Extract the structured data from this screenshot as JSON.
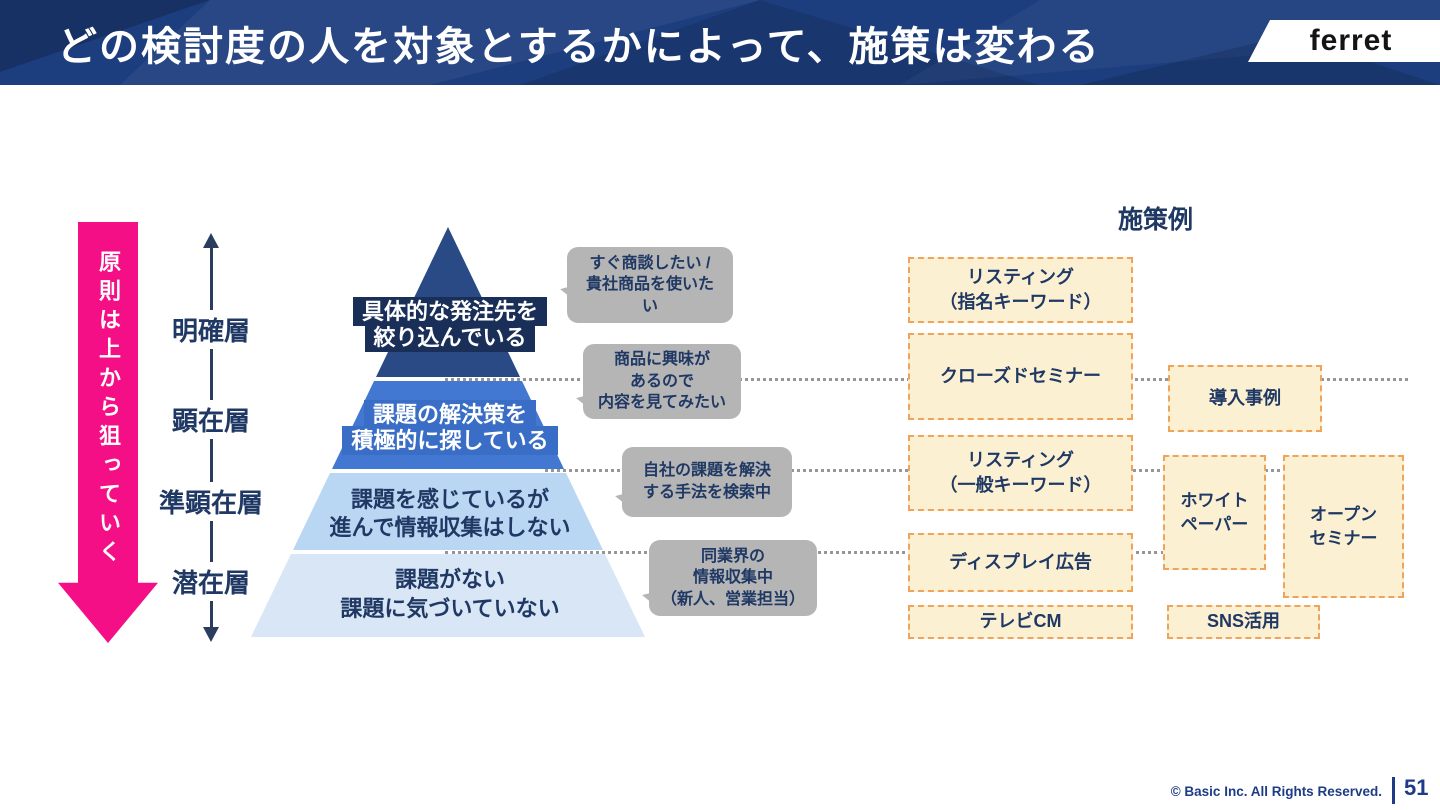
{
  "header": {
    "title": "どの検討度の人を対象とするかによって、施策は変わる",
    "logo_text": "ferret"
  },
  "left_guide": {
    "arrow_text": "原則は上から狙っていく"
  },
  "axis_labels": [
    "明確層",
    "顕在層",
    "準顕在層",
    "潜在層"
  ],
  "pyramid": {
    "levels": [
      {
        "label": "具体的な発注先を\n絞り込んでいる",
        "color": "#294A84",
        "band_color": "#1A2F57"
      },
      {
        "label": "課題の解決策を\n積極的に探している",
        "color": "#4277D2",
        "band_color": "#3A6EC6"
      },
      {
        "label": "課題を感じているが\n進んで情報収集はしない",
        "color": "#B9D6F2"
      },
      {
        "label": "課題がない\n課題に気づいていない",
        "color": "#D9E6F6"
      }
    ]
  },
  "bubbles": [
    {
      "text": "すぐ商談したい /\n貴社商品を使いた\nい"
    },
    {
      "text": "商品に興味が\nあるので\n内容を見てみたい"
    },
    {
      "text": "自社の課題を解決\nする手法を検索中"
    },
    {
      "text": "同業界の\n情報収集中\n（新人、営業担当）"
    }
  ],
  "tactics": {
    "heading": "施策例",
    "items": [
      {
        "label": "リスティング\n（指名キーワード）"
      },
      {
        "label": "クローズドセミナー"
      },
      {
        "label": "リスティング\n（一般キーワード）"
      },
      {
        "label": "ディスプレイ広告"
      },
      {
        "label": "テレビCM"
      },
      {
        "label": "導入事例"
      },
      {
        "label": "ホワイト\nペーパー"
      },
      {
        "label": "オープン\nセミナー"
      },
      {
        "label": "SNS活用"
      }
    ]
  },
  "footer": {
    "copyright": "© Basic Inc. All Rights Reserved.",
    "page_number": "51"
  },
  "colors": {
    "header_bg": "#1D3E7E",
    "accent_pink": "#F50F86",
    "navy_text": "#1F3864",
    "bubble_gray": "#B5B5B5",
    "tactic_fill": "#FCF0D2",
    "tactic_border": "#EFA45B",
    "axis_color": "#2B3D5E"
  }
}
